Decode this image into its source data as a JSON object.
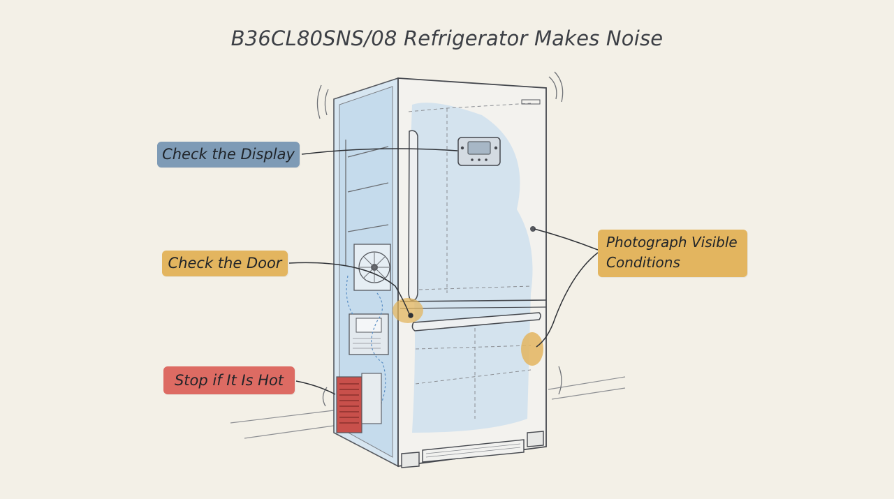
{
  "title": "B36CL80SNS/08 Refrigerator Makes Noise",
  "callouts": {
    "display": {
      "label": "Check the Display",
      "color": "#7e9bb6"
    },
    "door": {
      "label": "Check the Door",
      "color": "#e3b55f"
    },
    "hot": {
      "label": "Stop if It Is Hot",
      "color": "#dd6b63"
    },
    "photo": {
      "line1": "Photograph Visible",
      "line2": "Conditions",
      "color": "#e3b55f"
    }
  },
  "colors": {
    "background": "#f3f0e7",
    "ink": "#5a5d63",
    "glass_tint": "#c9ddee",
    "vent": "#c8504b"
  }
}
